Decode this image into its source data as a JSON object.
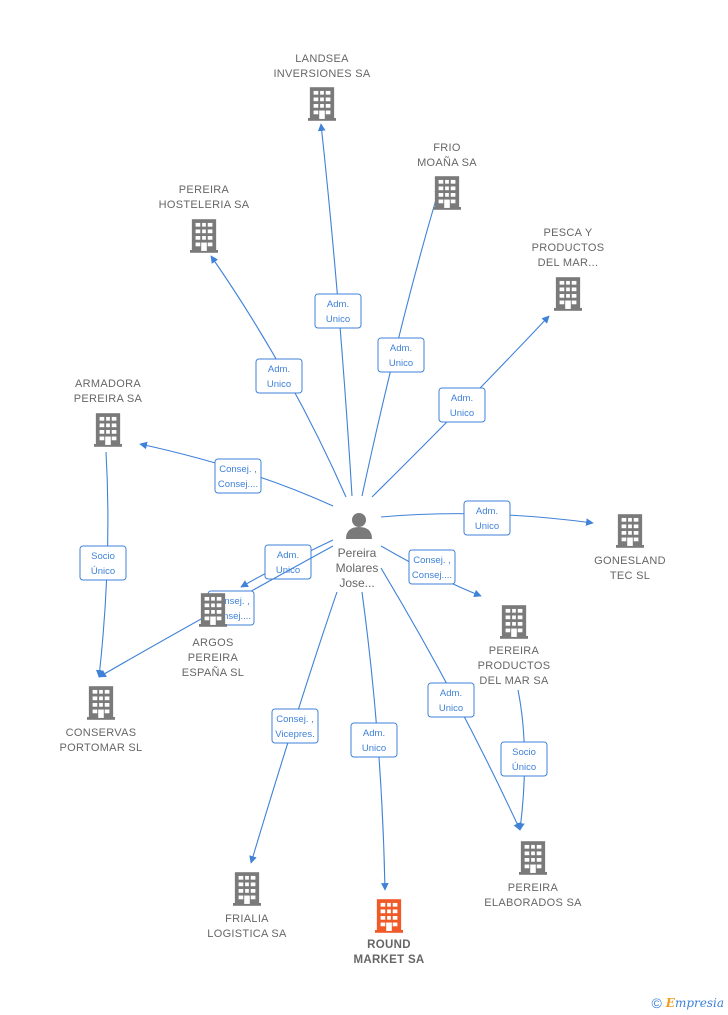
{
  "center": {
    "name_lines": [
      "Pereira",
      "Molares",
      "Jose..."
    ],
    "icon": "person-icon"
  },
  "companies": [
    {
      "id": "landsea",
      "lines": [
        "LANDSEA",
        "INVERSIONES SA"
      ],
      "icon": "building-icon",
      "highlight": false
    },
    {
      "id": "frio",
      "lines": [
        "FRIO",
        "MOAÑA SA"
      ],
      "icon": "building-icon",
      "highlight": false
    },
    {
      "id": "hosteleria",
      "lines": [
        "PEREIRA",
        "HOSTELERIA SA"
      ],
      "icon": "building-icon",
      "highlight": false
    },
    {
      "id": "pesca",
      "lines": [
        "PESCA Y",
        "PRODUCTOS",
        "DEL MAR..."
      ],
      "icon": "building-icon",
      "highlight": false
    },
    {
      "id": "armadora",
      "lines": [
        "ARMADORA",
        "PEREIRA SA"
      ],
      "icon": "building-icon",
      "highlight": false
    },
    {
      "id": "gonesland",
      "lines": [
        "GONESLAND",
        "TEC  SL"
      ],
      "icon": "building-icon",
      "highlight": false
    },
    {
      "id": "argos",
      "lines": [
        "ARGOS",
        "PEREIRA",
        "ESPAÑA SL"
      ],
      "icon": "building-icon",
      "highlight": false
    },
    {
      "id": "pereira_productos",
      "lines": [
        "PEREIRA",
        "PRODUCTOS",
        "DEL MAR SA"
      ],
      "icon": "building-icon",
      "highlight": false
    },
    {
      "id": "conservas",
      "lines": [
        "CONSERVAS",
        "PORTOMAR SL"
      ],
      "icon": "building-icon",
      "highlight": false
    },
    {
      "id": "frialia",
      "lines": [
        "FRIALIA",
        "LOGISTICA SA"
      ],
      "icon": "building-icon",
      "highlight": false
    },
    {
      "id": "round",
      "lines": [
        "ROUND",
        "MARKET SA"
      ],
      "icon": "building-icon",
      "highlight": true
    },
    {
      "id": "elaborados",
      "lines": [
        "PEREIRA",
        "ELABORADOS SA"
      ],
      "icon": "building-icon",
      "highlight": false
    }
  ],
  "edges": [
    {
      "to": "landsea",
      "label_lines": [
        "Adm.",
        "Unico"
      ]
    },
    {
      "to": "frio",
      "label_lines": [
        "Adm.",
        "Unico"
      ]
    },
    {
      "to": "hosteleria",
      "label_lines": [
        "Adm.",
        "Unico"
      ]
    },
    {
      "to": "pesca",
      "label_lines": [
        "Adm.",
        "Unico"
      ]
    },
    {
      "to": "armadora",
      "label_lines": [
        "Consej. ,",
        "Consej...."
      ]
    },
    {
      "to": "gonesland",
      "label_lines": [
        "Adm.",
        "Unico"
      ]
    },
    {
      "to": "argos",
      "label_lines": [
        "Adm.",
        "Unico"
      ]
    },
    {
      "to": "conservas",
      "label_lines": [
        "Consej. ,",
        "Consej...."
      ]
    },
    {
      "to": "pereira_productos",
      "label_lines": [
        "Consej. ,",
        "Consej...."
      ]
    },
    {
      "to": "elaborados",
      "label_lines": [
        "Adm.",
        "Unico"
      ]
    },
    {
      "to": "round",
      "label_lines": [
        "Adm.",
        "Unico"
      ]
    },
    {
      "to": "frialia",
      "label_lines": [
        "Consej. ,",
        "Vicepres."
      ]
    },
    {
      "from": "armadora",
      "to": "conservas",
      "label_lines": [
        "Socio",
        "Único"
      ]
    },
    {
      "from": "pereira_productos",
      "to": "elaborados",
      "label_lines": [
        "Socio",
        "Único"
      ]
    }
  ],
  "colors": {
    "edge": "#3f82d8",
    "building": "#7a7a7a",
    "building_highlight": "#f05a28",
    "label": "#666666"
  },
  "footer": {
    "copyright_symbol": "©",
    "brand_first": "E",
    "brand_rest": "mpresia"
  }
}
